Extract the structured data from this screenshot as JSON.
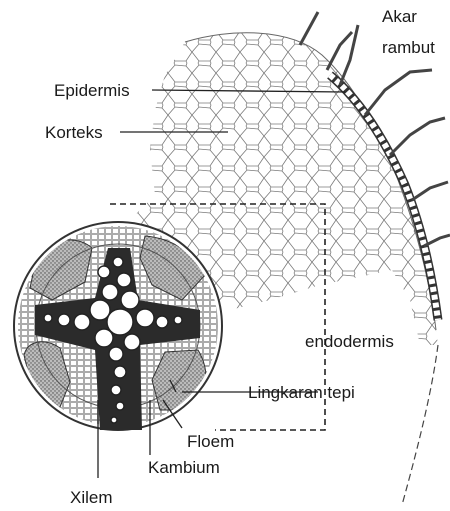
{
  "diagram": {
    "labels": {
      "akar": "Akar",
      "rambut": "rambut",
      "epidermis": "Epidermis",
      "korteks": "Korteks",
      "endodermis": "endodermis",
      "lingkaran_tepi": "Lingkaran tepi",
      "floem": "Floem",
      "kambium": "Kambium",
      "xilem": "Xilem"
    }
  }
}
